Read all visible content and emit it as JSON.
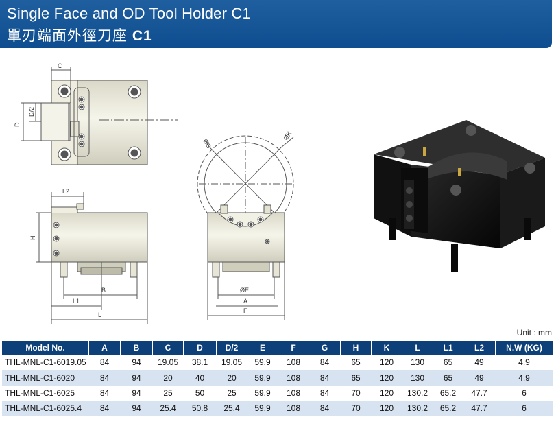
{
  "header": {
    "title_en": "Single Face and OD Tool Holder C1",
    "title_cn": "單刃端面外徑刀座",
    "title_cn_code": "C1"
  },
  "drawing": {
    "labels": {
      "c": "C",
      "d": "D",
      "d2": "D/2",
      "l2": "L2",
      "h": "H",
      "l1": "L1",
      "b": "B",
      "l": "L",
      "og": "ØG",
      "ok": "ØK",
      "oe": "ØE",
      "a": "A",
      "f": "F"
    }
  },
  "unit_label": "Unit : mm",
  "table": {
    "headers": [
      "Model No.",
      "A",
      "B",
      "C",
      "D",
      "D/2",
      "E",
      "F",
      "G",
      "H",
      "K",
      "L",
      "L1",
      "L2",
      "N.W (KG)"
    ],
    "rows": [
      [
        "THL-MNL-C1-6019.05",
        "84",
        "94",
        "19.05",
        "38.1",
        "19.05",
        "59.9",
        "108",
        "84",
        "65",
        "120",
        "130",
        "65",
        "49",
        "4.9"
      ],
      [
        "THL-MNL-C1-6020",
        "84",
        "94",
        "20",
        "40",
        "20",
        "59.9",
        "108",
        "84",
        "65",
        "120",
        "130",
        "65",
        "49",
        "4.9"
      ],
      [
        "THL-MNL-C1-6025",
        "84",
        "94",
        "25",
        "50",
        "25",
        "59.9",
        "108",
        "84",
        "70",
        "120",
        "130.2",
        "65.2",
        "47.7",
        "6"
      ],
      [
        "THL-MNL-C1-6025.4",
        "84",
        "94",
        "25.4",
        "50.8",
        "25.4",
        "59.9",
        "108",
        "84",
        "70",
        "120",
        "130.2",
        "65.2",
        "47.7",
        "6"
      ]
    ]
  }
}
